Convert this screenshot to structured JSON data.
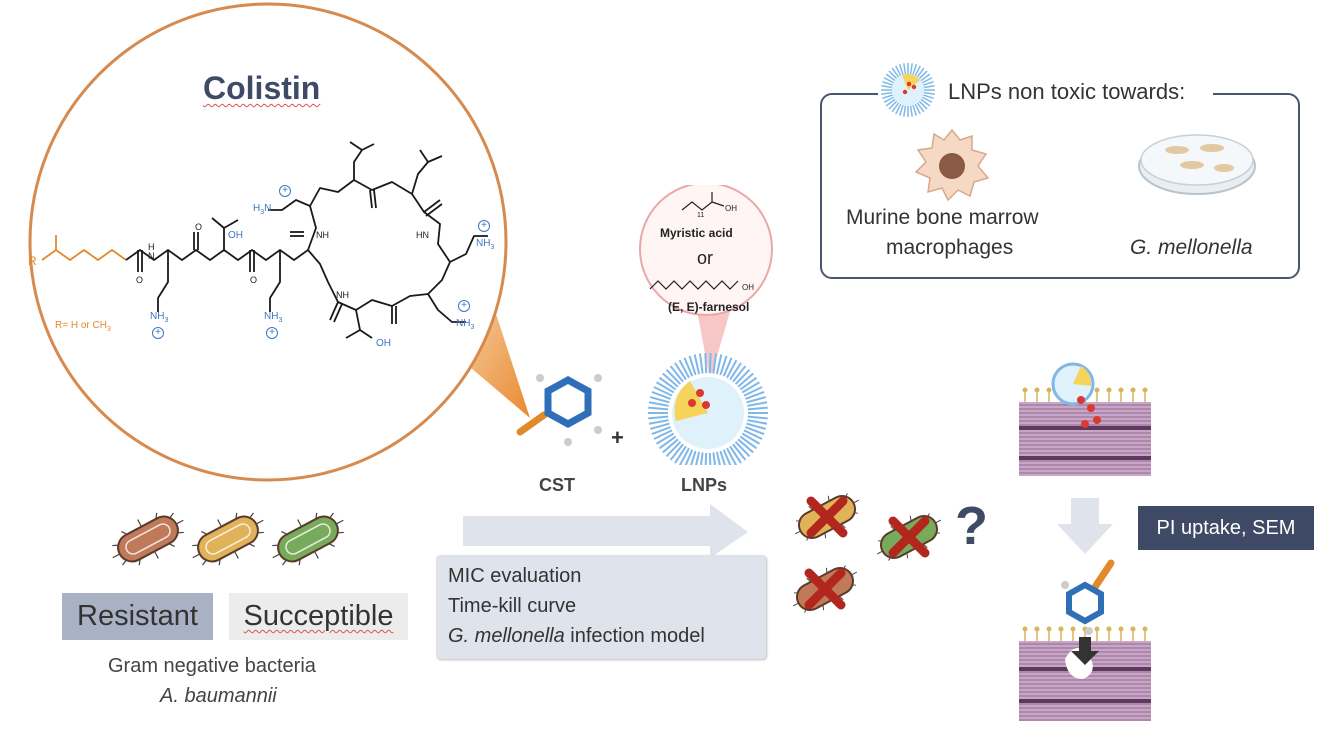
{
  "colistin": {
    "title": "Colistin",
    "labels": {
      "r": "R",
      "r_note": "R= H or CH",
      "r_note_sub": "3",
      "h3n": "H",
      "h3n_sub": "3",
      "h3n_n": "N",
      "oh1": "OH",
      "oh2": "OH",
      "nh3_a": "NH",
      "nh3_a_sub": "3",
      "nh3_b": "NH",
      "nh3_b_sub": "3",
      "nh3_c": "NH",
      "nh3_c_sub": "3",
      "nh3_d": "NH",
      "nh3_d_sub": "3",
      "nh": "NH",
      "hn": "HN",
      "h": "H",
      "n": "N",
      "o": "O",
      "plus": "+"
    }
  },
  "bacteria": {
    "resistant": "Resistant",
    "susceptible": "Succeptible",
    "group": "Gram negative bacteria",
    "species": "A. baumannii",
    "colors": [
      "#c07a5a",
      "#e0b25a",
      "#78aa5c"
    ]
  },
  "cst": {
    "label": "CST",
    "plus": "+"
  },
  "lnps": {
    "label": "LNPs",
    "myristic": "Myristic acid",
    "or": "or",
    "farnesol": "(E, E)-farnesol",
    "oh1": "OH",
    "oh2": "OH",
    "sub11": "11"
  },
  "evaluation": {
    "lines": [
      "MIC evaluation",
      "Time-kill curve"
    ],
    "infection_species": "G. mellonella",
    "infection_rest": " infection model"
  },
  "toxicity": {
    "title": "LNPs non toxic towards:",
    "macrophage_line1": "Murine bone marrow",
    "macrophage_line2": "macrophages",
    "worm": "G. mellonella"
  },
  "mechanism": {
    "question": "?",
    "pi_label": "PI uptake, SEM"
  }
}
